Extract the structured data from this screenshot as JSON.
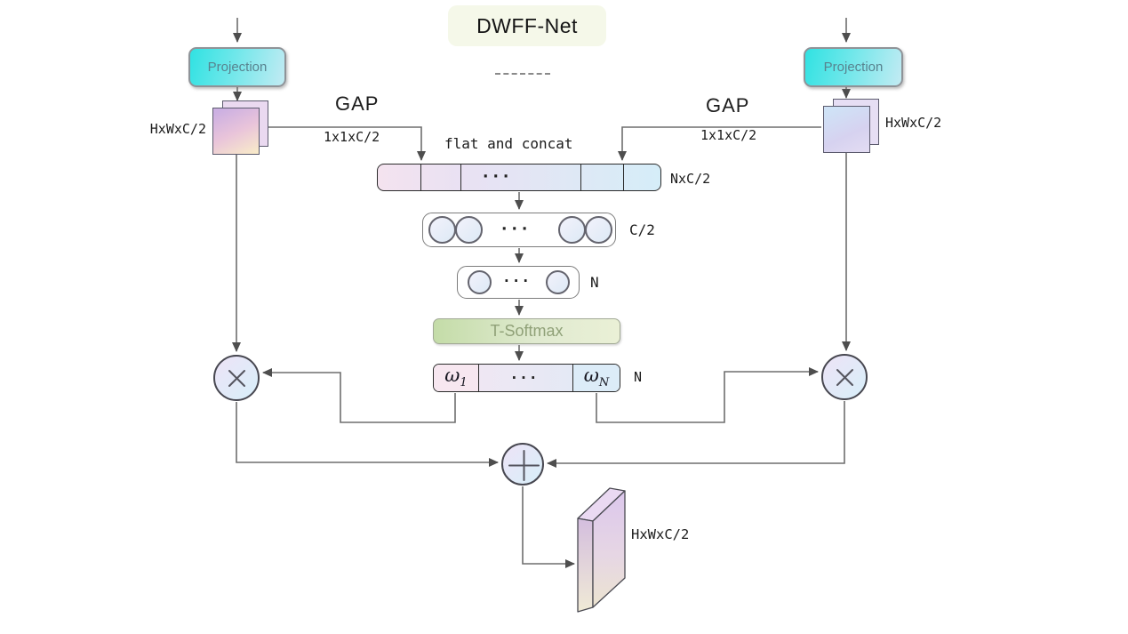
{
  "title": "DWFF-Net",
  "branches": {
    "left": {
      "projection_label": "Projection",
      "tensor_shape": "HxWxC/2",
      "gap_label": "GAP",
      "gap_output_shape": "1x1xC/2"
    },
    "right": {
      "projection_label": "Projection",
      "tensor_shape": "HxWxC/2",
      "gap_label": "GAP",
      "gap_output_shape": "1x1xC/2"
    }
  },
  "fusion": {
    "flat_concat_label": "flat and concat",
    "concat_shape": "NxC/2",
    "fc_layer1_dim": "C/2",
    "fc_layer2_dim": "N",
    "softmax_label": "T-Softmax",
    "weights_dim": "N",
    "omega_symbol": "ω",
    "omega_first_subscript": "1",
    "omega_last_subscript": "N",
    "ellipsis": "···"
  },
  "output": {
    "tensor_shape": "HxWxC/2"
  },
  "icons": {
    "multiply_node": "×",
    "add_node": "+"
  },
  "colors": {
    "projection_cyan": "#30e2e2",
    "softmax_green": "#c4dca8",
    "bar_pink": "#f4e3ef",
    "bar_blue": "#d5edf8",
    "square_purple": "#ccb0e2",
    "connector_gray": "#6e6e6e",
    "title_background": "#f5f8e9"
  }
}
